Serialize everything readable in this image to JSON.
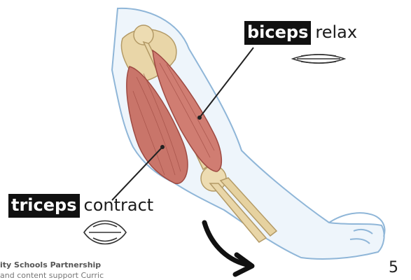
{
  "labels": {
    "biceps": {
      "muscle": "biceps",
      "action": "relax"
    },
    "triceps": {
      "muscle": "triceps",
      "action": "contract"
    }
  },
  "footer": {
    "line1": "ity Schools Partnership",
    "line2": "and content support Curric"
  },
  "page_number": "5",
  "colors": {
    "arm_outline": "#8fb6d8",
    "arm_fill": "#eef5fb",
    "muscle": "#c9756a",
    "muscle_dark": "#9e4a42",
    "bone": "#e9d6a8",
    "label_bg": "#111111"
  },
  "icons": [
    "relaxed-muscle-icon",
    "contracted-muscle-icon",
    "movement-arrow-icon"
  ]
}
